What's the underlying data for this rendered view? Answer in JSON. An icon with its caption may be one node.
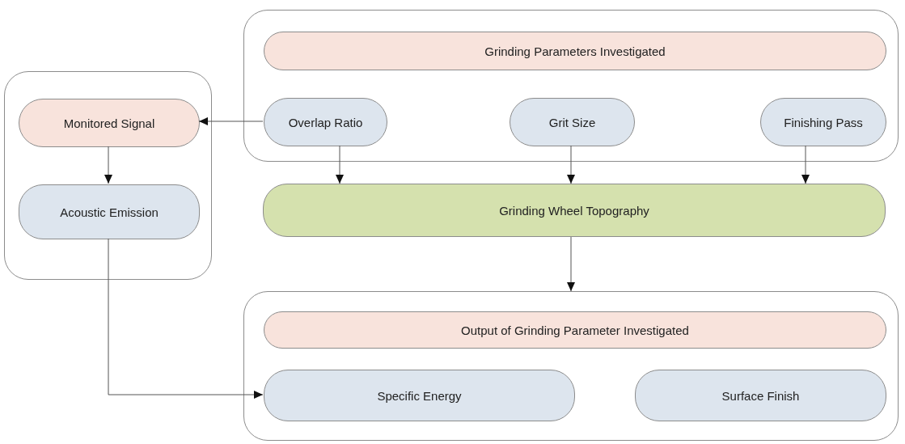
{
  "diagram": {
    "nodes": [
      {
        "text": [],
        "shape": "box"
      },
      {
        "text": [
          "Grinding Parameters Investigated"
        ],
        "in": 0
      },
      {
        "text": [
          "Overlap Ratio"
        ],
        "in": 0
      },
      {
        "text": [
          "Grit Size"
        ],
        "in": 0
      },
      {
        "text": [
          "Finishing Pass"
        ],
        "in": 0
      },
      {
        "text": [],
        "shape": "box"
      },
      {
        "text": [
          "Monitored Signal"
        ],
        "in": 5
      },
      {
        "text": [
          "Acoustic Emission"
        ],
        "in": 5
      },
      {
        "text": [
          "Grinding Wheel Topography"
        ]
      },
      {
        "text": [],
        "shape": "box"
      },
      {
        "text": [
          "Output of Grinding Parameter Investigated"
        ],
        "in": 9
      },
      {
        "text": [
          "Specific Energy"
        ],
        "in": 9
      },
      {
        "text": [
          "Surface Finish"
        ],
        "in": 9
      }
    ],
    "edges": [
      {
        "from": 2,
        "to": 6,
        "arrow": "to"
      },
      {
        "from": 6,
        "to": 7,
        "arrow": "to"
      },
      {
        "from": 2,
        "to": 8,
        "arrow": "to"
      },
      {
        "from": 3,
        "to": 8,
        "arrow": "to"
      },
      {
        "from": 4,
        "to": 8,
        "arrow": "to"
      },
      {
        "from": 8,
        "to": 9,
        "arrow": "to"
      },
      {
        "from": 7,
        "to": 11,
        "arrow": "to"
      }
    ]
  }
}
